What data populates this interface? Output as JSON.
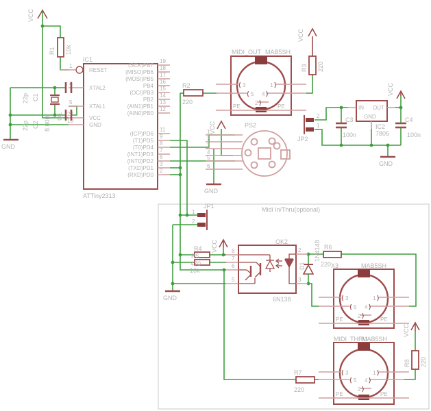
{
  "power": {
    "vcc": "VCC",
    "gnd": "GND"
  },
  "optional_box": {
    "label": "Midi In/Thru(optional)"
  },
  "ic1": {
    "name": "IC1",
    "part": "ATTiny2313",
    "left_pins": [
      {
        "num": "1",
        "label": "RESET"
      },
      {
        "num": "4",
        "label": "XTAL2"
      },
      {
        "num": "5",
        "label": "XTAL1"
      },
      {
        "num": "20",
        "label": "VCC"
      },
      {
        "num": "10",
        "label": "GND"
      }
    ],
    "right_pins": [
      {
        "num": "19",
        "label": "(SCK)PB7"
      },
      {
        "num": "18",
        "label": "(MISO)PB6"
      },
      {
        "num": "17",
        "label": "(MOSI)PB5"
      },
      {
        "num": "16",
        "label": "PB4"
      },
      {
        "num": "15",
        "label": "(OCI)PB3"
      },
      {
        "num": "14",
        "label": "PB2"
      },
      {
        "num": "13",
        "label": "(AIN1)PB1"
      },
      {
        "num": "12",
        "label": "(AIN0)PB0"
      },
      {
        "num": "11",
        "label": "(ICP)PD6"
      },
      {
        "num": "9",
        "label": "(T1)PD5"
      },
      {
        "num": "8",
        "label": "(T0)PD4"
      },
      {
        "num": "7",
        "label": "(INT1)PD3"
      },
      {
        "num": "6",
        "label": "(INT0)PD2"
      },
      {
        "num": "3",
        "label": "(TXD)PD1"
      },
      {
        "num": "2",
        "label": "(RXD)PD0"
      }
    ]
  },
  "ic2": {
    "name": "IC2",
    "part": "7805",
    "pin_in": "IN",
    "pin_out": "OUT",
    "pin_gnd": "GND"
  },
  "ok2": {
    "name": "OK2",
    "part": "6N138",
    "pins": {
      "p8": "8",
      "p7": "7",
      "p6": "6",
      "p5": "5",
      "p2": "2",
      "p3": "3"
    }
  },
  "r1": {
    "name": "R1",
    "value": "10k"
  },
  "r2": {
    "name": "R2",
    "value": "220"
  },
  "r3": {
    "name": "R3",
    "value": "220"
  },
  "r4": {
    "name": "R4",
    "value": "470"
  },
  "r5": {
    "name": "R5",
    "value": "10k"
  },
  "r6": {
    "name": "R6",
    "value": "220"
  },
  "r7": {
    "name": "R7",
    "value": "220"
  },
  "r8": {
    "name": "R8",
    "value": "220"
  },
  "c1": {
    "name": "C1",
    "value": "22p"
  },
  "c2": {
    "name": "C2",
    "value": "22p"
  },
  "c3": {
    "name": "C3",
    "value": "100n"
  },
  "c4": {
    "name": "C4",
    "value": "100n"
  },
  "q1": {
    "name": "Q1",
    "value": "8.000"
  },
  "d1": {
    "name": "D1",
    "part": "1N4148"
  },
  "jp1": {
    "name": "JP1",
    "pin1": "1",
    "pin2": "2"
  },
  "jp2": {
    "name": "JP2",
    "pin1": "1",
    "pin2": "2"
  },
  "ps2": {
    "name": "PS2",
    "pins": [
      "1",
      "2",
      "3",
      "4",
      "5",
      "6"
    ]
  },
  "din": {
    "open": "⟨",
    "close": "⟩",
    "pe": "PE",
    "p3": "3",
    "p1": "1",
    "p5": "5",
    "p4": "4",
    "p2": "2"
  },
  "midi_out": {
    "label": "MIDI_OUT",
    "part": "MAB5SH"
  },
  "x3": {
    "label": "X3",
    "part": "MAB5SH"
  },
  "midi_thru": {
    "label": "MIDI_THRU",
    "part": "MAB5SH"
  },
  "colors": {
    "component": "#9e4b4b",
    "pale": "#cf9e9e",
    "wire": "#3f9e3f",
    "label": "#b2b2b2",
    "fill": "#8c3c3c",
    "frame": "#c9c9c9"
  }
}
